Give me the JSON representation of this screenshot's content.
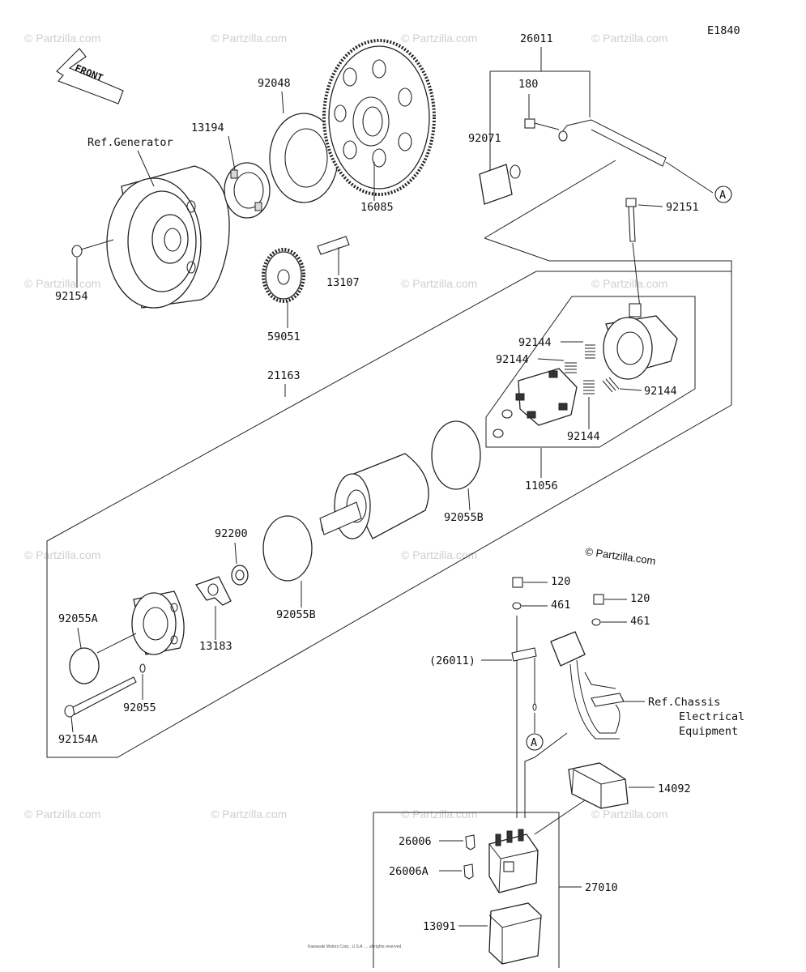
{
  "diagram": {
    "code": "E1840",
    "front": "FRONT",
    "credit": "© Partzilla.com",
    "watermark": "© Partzilla.com",
    "copyright": "Kawasaki Motors Corp., U.S.A. ... all rights reserved.",
    "callout_a": "A",
    "labels": {
      "ref_generator": "Ref.Generator",
      "p92048": "92048",
      "p13194": "13194",
      "p16085": "16085",
      "p26011": "26011",
      "p180": "180",
      "p92071": "92071",
      "p92151": "92151",
      "p92154": "92154",
      "p13107": "13107",
      "p59051": "59051",
      "p21163": "21163",
      "p92144_a": "92144",
      "p92144_b": "92144",
      "p92144_c": "92144",
      "p92144_d": "92144",
      "p11056": "11056",
      "p92055b_a": "92055B",
      "p92200": "92200",
      "p92055b_b": "92055B",
      "p92055a": "92055A",
      "p13183": "13183",
      "p92055": "92055",
      "p92154a": "92154A",
      "p120_a": "120",
      "p461_a": "461",
      "p120_b": "120",
      "p461_b": "461",
      "p26011_paren": "(26011)",
      "ref_chassis_1": "Ref.Chassis",
      "ref_chassis_2": "Electrical",
      "ref_chassis_3": "Equipment",
      "p14092": "14092",
      "p26006": "26006",
      "p26006a": "26006A",
      "p27010": "27010",
      "p13091": "13091"
    }
  }
}
